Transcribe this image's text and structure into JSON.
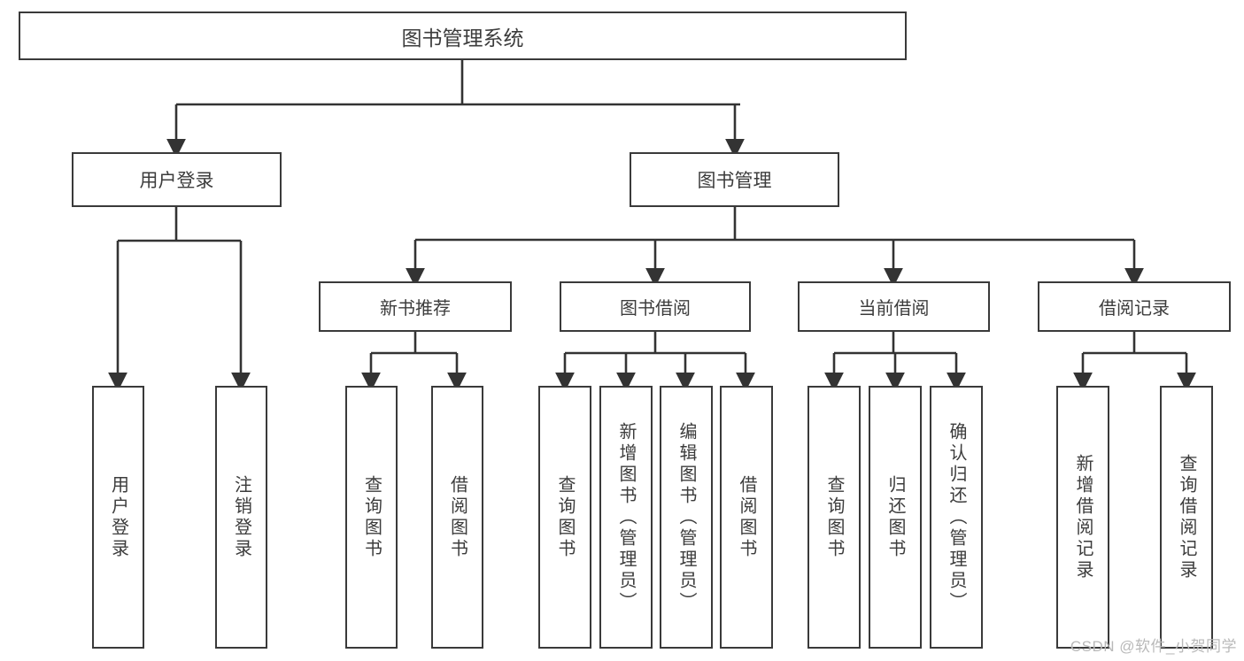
{
  "diagram": {
    "title": "图书管理系统",
    "type": "tree-hierarchy",
    "root": {
      "label": "图书管理系统"
    },
    "level2": [
      {
        "label": "用户登录"
      },
      {
        "label": "图书管理"
      }
    ],
    "level3": [
      {
        "label": "新书推荐"
      },
      {
        "label": "图书借阅"
      },
      {
        "label": "当前借阅"
      },
      {
        "label": "借阅记录"
      }
    ],
    "leaves": {
      "user_login": [
        {
          "label": "用户登录"
        },
        {
          "label": "注销登录"
        }
      ],
      "new_book_recommend": [
        {
          "label": "查询图书"
        },
        {
          "label": "借阅图书"
        }
      ],
      "book_borrow": [
        {
          "label": "查询图书"
        },
        {
          "label": "新增图书（管理员）"
        },
        {
          "label": "编辑图书（管理员）"
        },
        {
          "label": "借阅图书"
        }
      ],
      "current_borrow": [
        {
          "label": "查询图书"
        },
        {
          "label": "归还图书"
        },
        {
          "label": "确认归还（管理员）"
        }
      ],
      "borrow_records": [
        {
          "label": "新增借阅记录"
        },
        {
          "label": "查询借阅记录"
        }
      ]
    }
  },
  "watermark": {
    "text": "CSDN @软件_小贺同学"
  },
  "colors": {
    "border": "#3a3a3a",
    "text": "#3c3c3c",
    "background": "#ffffff",
    "watermark": "#b9b9b9"
  }
}
